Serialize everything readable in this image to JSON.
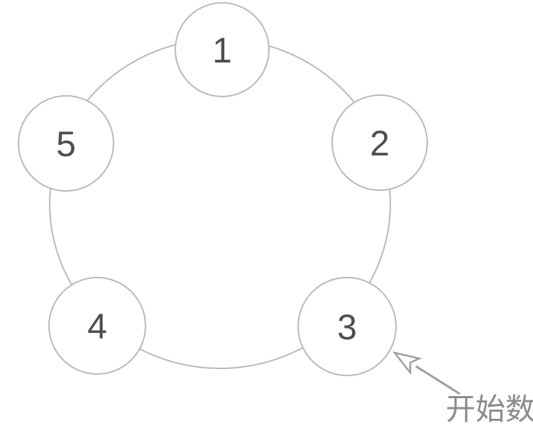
{
  "diagram": {
    "description": "five-circle counting ring",
    "nodes": [
      {
        "label": "1"
      },
      {
        "label": "2"
      },
      {
        "label": "3"
      },
      {
        "label": "4"
      },
      {
        "label": "5"
      }
    ],
    "annotation": {
      "label": "开始数",
      "points_to_node": "3"
    },
    "colors": {
      "background": "#ffffff",
      "circle_stroke": "#b9b9b9",
      "circle_fill": "#ffffff",
      "number_color": "#4e4e4e",
      "arrow_color": "#9e9e9e",
      "annotation_color": "#8c8c8c"
    }
  }
}
